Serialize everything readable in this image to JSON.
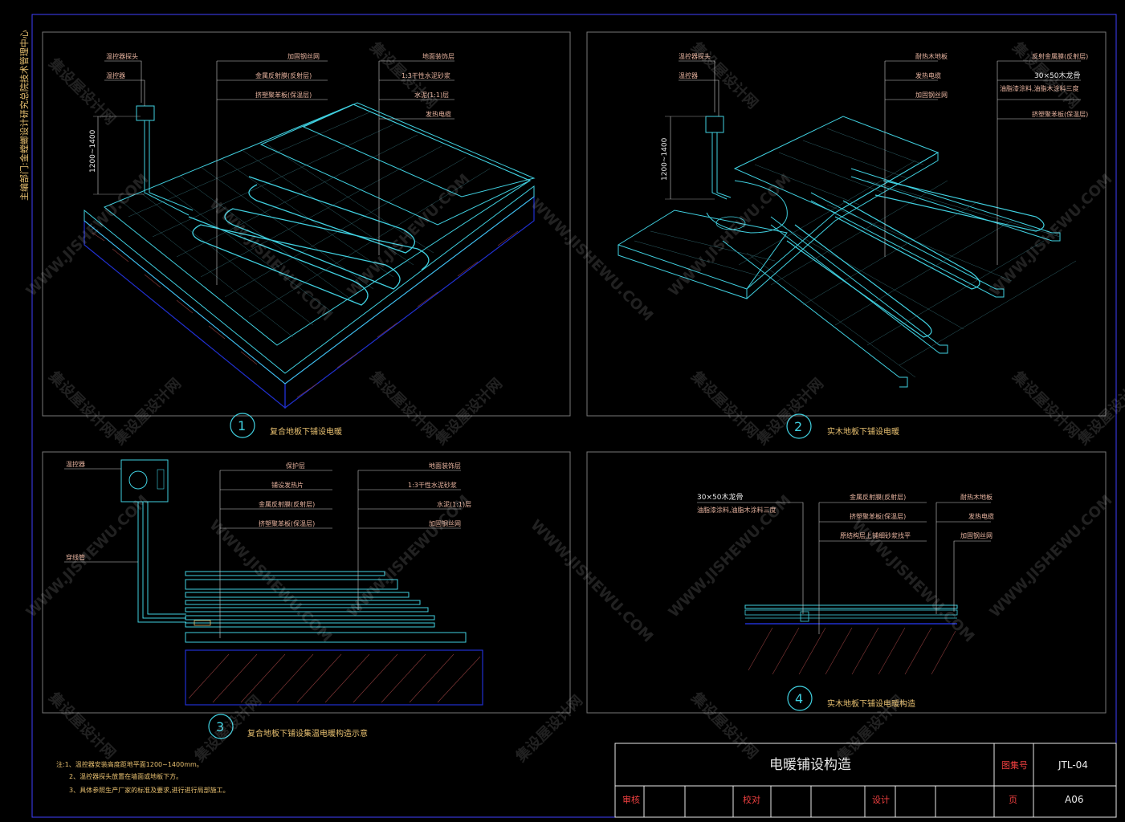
{
  "side_text": "主编部门:金螳螂设计研究总院技术管理中心",
  "panels": [
    {
      "number": "1",
      "caption": "复合地板下铺设电暖",
      "dimension": "1200~1400",
      "labels_left": [
        "温控器探头",
        "温控器"
      ],
      "labels_mid": [
        "加固钢丝网",
        "金属反射膜(反射层)",
        "挤塑聚苯板(保温层)"
      ],
      "labels_right": [
        "地面装饰层",
        "1:3干性水泥砂浆",
        "水泥(1:1)层",
        "发热电缆"
      ]
    },
    {
      "number": "2",
      "caption": "实木地板下铺设电暖",
      "dimension": "1200~1400",
      "labels_left": [
        "温控器探头",
        "温控器"
      ],
      "labels_mid": [
        "耐热木地板",
        "发热电缆",
        "加固钢丝网"
      ],
      "labels_right": [
        "反射金属膜(反射层)",
        "30×50木龙骨",
        "油脂漆涂料,油脂木涂料三度",
        "挤塑聚苯板(保温层)"
      ]
    },
    {
      "number": "3",
      "caption": "复合地板下铺设集温电暖构造示意",
      "labels_left": [
        "温控器",
        "穿线管"
      ],
      "labels_mid": [
        "保护层",
        "铺设发热片",
        "金属反射膜(反射层)",
        "挤塑聚苯板(保温层)"
      ],
      "labels_right": [
        "地面装饰层",
        "1:3干性水泥砂浆",
        "水泥(1:1)层",
        "加固钢丝网"
      ]
    },
    {
      "number": "4",
      "caption": "实木地板下铺设电暖构造",
      "labels_left": [
        "30×50木龙骨",
        "油脂漆涂料,油脂木涂料三度"
      ],
      "labels_mid": [
        "金属反射膜(反射层)",
        "挤塑聚苯板(保温层)",
        "原结构层上铺细砂浆找平"
      ],
      "labels_right": [
        "耐热木地板",
        "发热电缆",
        "加固钢丝网"
      ]
    }
  ],
  "notes": [
    "注:1、温控器安装高度距地平面1200~1400mm。",
    "2、温控器探头放置在墙面或地板下方。",
    "3、具体参照生产厂家的标准及要求,进行进行局部施工。"
  ],
  "title_block": {
    "title": "电暖铺设构造",
    "drawing_no_label": "图集号",
    "drawing_no": "JTL-04",
    "review_label": "审核",
    "check_label": "校对",
    "design_label": "设计",
    "page_label": "页",
    "page": "A06"
  },
  "watermarks": [
    "集设屋设计网",
    "WWW.JISHEWU.COM"
  ],
  "colors": {
    "cyan": "#40d0e0",
    "blue": "#2030d0",
    "label": "#e8b4a0",
    "caption": "#e8c070",
    "red": "#f04040"
  }
}
